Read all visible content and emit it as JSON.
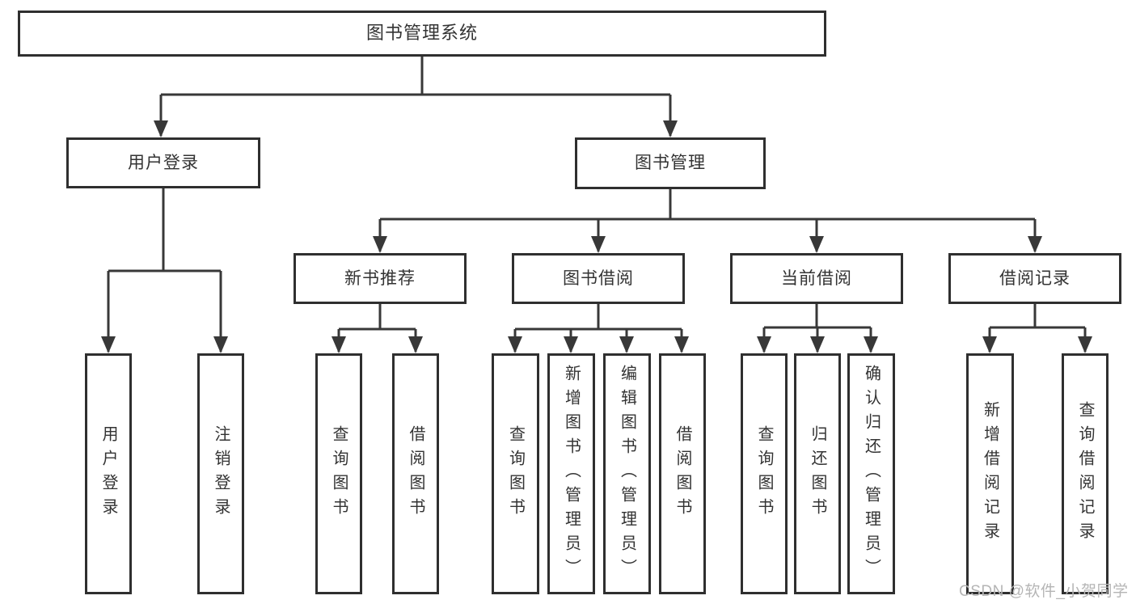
{
  "tree": {
    "root": "图书管理系统",
    "children": [
      {
        "label": "用户登录",
        "children": [
          "用户登录",
          "注销登录"
        ]
      },
      {
        "label": "图书管理",
        "children": [
          {
            "label": "新书推荐",
            "children": [
              "查询图书",
              "借阅图书"
            ]
          },
          {
            "label": "图书借阅",
            "children": [
              "查询图书",
              "新增图书（管理员）",
              "编辑图书（管理员）",
              "借阅图书"
            ]
          },
          {
            "label": "当前借阅",
            "children": [
              "查询图书",
              "归还图书",
              "确认归还（管理员）"
            ]
          },
          {
            "label": "借阅记录",
            "children": [
              "新增借阅记录",
              "查询借阅记录"
            ]
          }
        ]
      }
    ]
  },
  "watermark": "CSDN @软件_小贺同学",
  "colors": {
    "line": "#383838",
    "box_border": "#2f2f2f",
    "text": "#333333",
    "watermark": "#b5b5b5",
    "background": "#ffffff"
  }
}
